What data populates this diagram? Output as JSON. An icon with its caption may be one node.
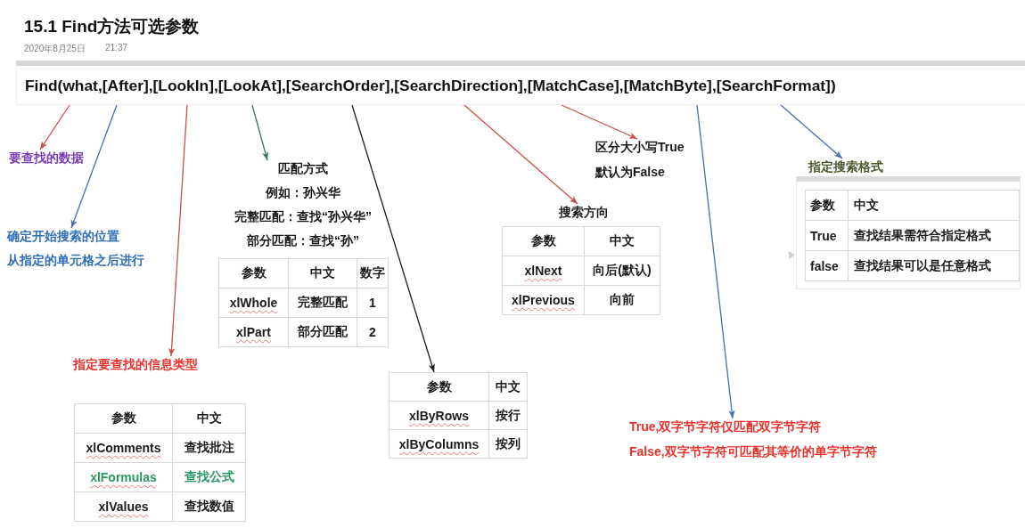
{
  "diagram": {
    "title": "15.1 Find方法可选参数",
    "nodes": [
      {
        "text": [
          "Find(what,[After],[LookIn],[LookAt],[SearchOrder],[SearchDirection],[MatchCase],[MatchByte],[SearchFormat])"
        ]
      },
      {
        "text": [
          "要查找的数据"
        ]
      },
      {
        "text": [
          "确定开始搜索的位置",
          "从指定的单元格之后进行"
        ]
      },
      {
        "text": [
          "指定要查找的信息类型"
        ]
      },
      {
        "text": [
          "参数",
          "中文",
          "xlComments",
          "查找批注",
          "xlFormulas",
          "查找公式",
          "xlValues",
          "查找数值"
        ]
      },
      {
        "text": [
          "匹配方式",
          "例如：孙兴华",
          "完整匹配：查找“孙兴华”",
          "部分匹配：查找“孙”"
        ]
      },
      {
        "text": [
          "参数",
          "中文",
          "数字",
          "xlWhole",
          "完整匹配",
          "1",
          "xlPart",
          "部分匹配",
          "2"
        ]
      },
      {
        "text": [
          "参数",
          "中文",
          "xlByRows",
          "按行",
          "xlByColumns",
          "按列"
        ]
      },
      {
        "text": [
          "搜索方向"
        ]
      },
      {
        "text": [
          "参数",
          "中文",
          "xlNext",
          "向后(默认)",
          "xlPrevious",
          "向前"
        ]
      },
      {
        "text": [
          "区分大小写True",
          "默认为False"
        ]
      },
      {
        "text": [
          "True,双字节字符仅匹配双字节字符",
          "False,双字节字符可匹配其等价的单字节字符"
        ]
      },
      {
        "text": [
          "指定搜索格式"
        ]
      },
      {
        "text": [
          "参数",
          "中文",
          "True",
          "查找结果需符合指定格式",
          "false",
          "查找结果可以是任意格式"
        ]
      }
    ],
    "edges": [
      {
        "from": 0,
        "to": 1,
        "arrow": "to"
      },
      {
        "from": 0,
        "to": 2,
        "arrow": "to",
        "color": "#4a6cb3"
      },
      {
        "from": 0,
        "to": 3,
        "arrow": "to"
      },
      {
        "from": 0,
        "to": 5,
        "arrow": "to",
        "color": "#3f7560"
      },
      {
        "from": 0,
        "to": 7,
        "arrow": "to",
        "color": "#1f1f1f"
      },
      {
        "from": 0,
        "to": 8,
        "arrow": "to"
      },
      {
        "from": 0,
        "to": 10,
        "arrow": "to"
      },
      {
        "from": 0,
        "to": 11,
        "arrow": "to",
        "color": "#4a6cb3"
      },
      {
        "from": 0,
        "to": 12,
        "arrow": "to",
        "color": "#4a6cb3"
      }
    ],
    "labels": [
      "2020年8月25日",
      "21:37"
    ]
  }
}
